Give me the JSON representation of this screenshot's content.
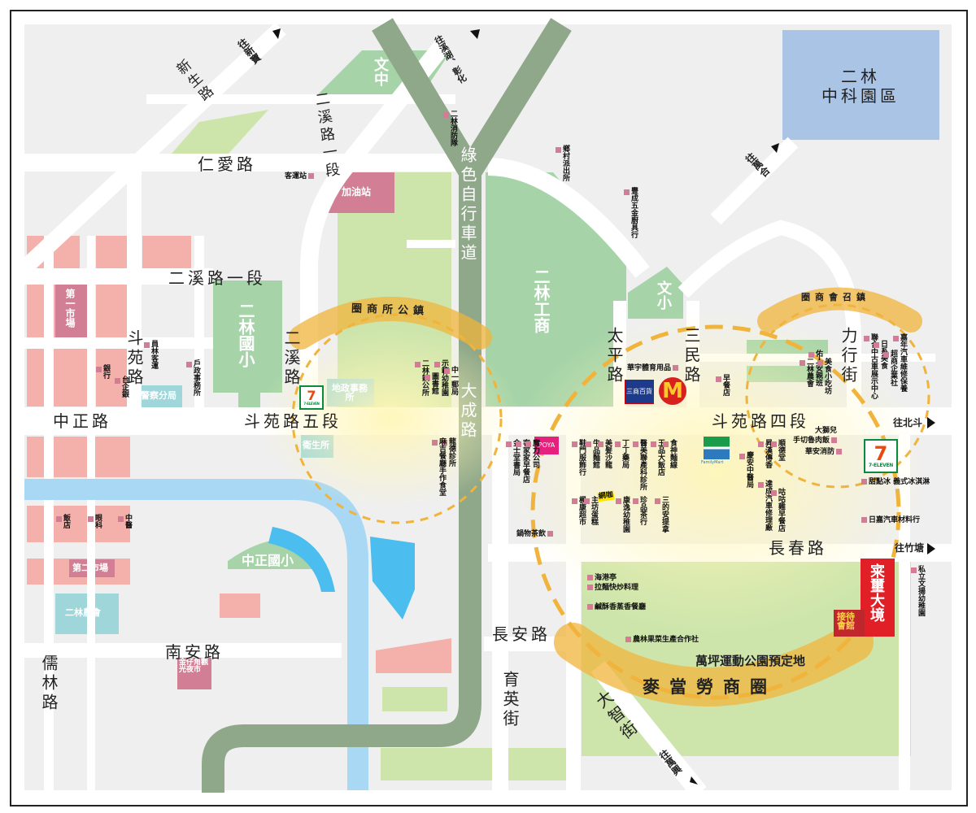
{
  "roads": {
    "renai": "仁愛路",
    "erxi_1": "二溪路一段",
    "erxi_1_diag": "二溪路一段",
    "xinsheng": "新生路",
    "douyuan": "斗苑路",
    "zhongzheng": "中正路",
    "douyuan_5": "斗苑路五段",
    "douyuan_4": "斗苑路四段",
    "erxi": "二溪路",
    "taiping": "太平路",
    "sanmin": "三民路",
    "lixing": "力行街",
    "changchun": "長春路",
    "changan": "長安路",
    "yuying": "育英街",
    "dazhi": "大智街",
    "nanan": "南安路",
    "rulin": "儒林路",
    "dacheng": "大成路",
    "bikeway": "綠色自行車道"
  },
  "directions": {
    "xinbao": "往新寶",
    "xihu": "往溪湖、彰化",
    "wanhe": "往萬合",
    "beidou": "往北斗",
    "zhutang": "往竹塘",
    "wanxing": "往萬興"
  },
  "areas": {
    "wenzhong": "文中",
    "erlin_elem": "二林國小",
    "erlin_voc": "二林工商",
    "wenxiao": "文小",
    "science_park": "二林\n中科園區",
    "zhongzheng_elem": "中正國小",
    "gas_station": "加油站",
    "market_1": "第一市場",
    "market_2": "第二市場",
    "police": "警察分局",
    "land_office": "地政事務所",
    "health": "衛生所",
    "farmers": "二林農會",
    "night_market": "金仔角觀光夜市",
    "park": "萬坪運動公園預定地",
    "project": "宷璽大境",
    "reception": "接待會館"
  },
  "zones": {
    "town_hall": "圈商所公鎮",
    "assoc": "圈商會召鎮",
    "mcd": "麥當勞商圈"
  },
  "brands": {
    "poya": "POYA",
    "familymart": "FamilyMart",
    "seven": "7-ELEVEN",
    "mcd": "M",
    "rtmart": "三商百貨"
  },
  "pois": {
    "p1": "客運站",
    "p2": "二林消防隊",
    "p3": "鄉村派出所",
    "p4": "豐成五金廚具行",
    "p5": "員林客運",
    "p6": "銀行",
    "p7": "台企銀",
    "p8": "戶政事務所",
    "p9": "二林鎮公所",
    "p10": "圖書館",
    "p11": "示範幼稚園",
    "p12": "中一郵局",
    "p13": "龍德診所",
    "p14": "麻吉餐廳手作食堂",
    "p15": "華宇體育用品",
    "p16": "早餐店",
    "p17": "二林農會",
    "p18": "佑人安親班",
    "p19": "美食小吃坊",
    "p20": "聯合中古車展示中心",
    "p21": "日系美食",
    "p22": "超商企業社",
    "p23": "嘉年汽車維修保養",
    "p24": "大獅兒",
    "p25": "手切魯肉飯",
    "p26": "華安消防",
    "p27": "金士堂書局",
    "p28": "客家家早餐店",
    "p29": "魔力公司",
    "p30": "鞋門服飾行",
    "p31": "牛品麵館",
    "p32": "美髮沙龍",
    "p33": "丁丁藥局",
    "p34": "醫美聯產科診所",
    "p35": "玉品大飯店",
    "p36": "食神麵線",
    "p37": "楓康超市",
    "p38": "主坊蛋糕",
    "p39": "康逸幼稚園",
    "p40": "珍品茶行",
    "p41": "三的安提拿",
    "p42": "慶安中醫局",
    "p43": "昇漢傳香",
    "p44": "順德堂",
    "p45": "達成汽車修理廠",
    "p46": "咕咕雞早餐店",
    "p47": "甜點冰 義式冰淇淋",
    "p48": "日嘉汽車材料行",
    "p49": "鍋物茶飲",
    "p50": "海港亭",
    "p51": "拉麵快炒料理",
    "p52": "鹹酥香蒸香餐廳",
    "p53": "農林果菜生產合作社",
    "p54": "私立文揚幼稚園",
    "p55": "飯店",
    "p56": "眼科",
    "p57": "中醫",
    "p58": "網咖"
  },
  "colors": {
    "background": "#efefef",
    "road": "#ffffff",
    "bikeway": "#8fa889",
    "river": "#a8d8f3",
    "pond": "#4bbdee",
    "school": "#a6d4a8",
    "park": "#cde5ab",
    "commercial": "#f4b0aa",
    "market": "#d27f95",
    "public": "#9fd6da",
    "science_park": "#aac4e6",
    "zone": "#f0b43c",
    "project": "#e01f26"
  }
}
